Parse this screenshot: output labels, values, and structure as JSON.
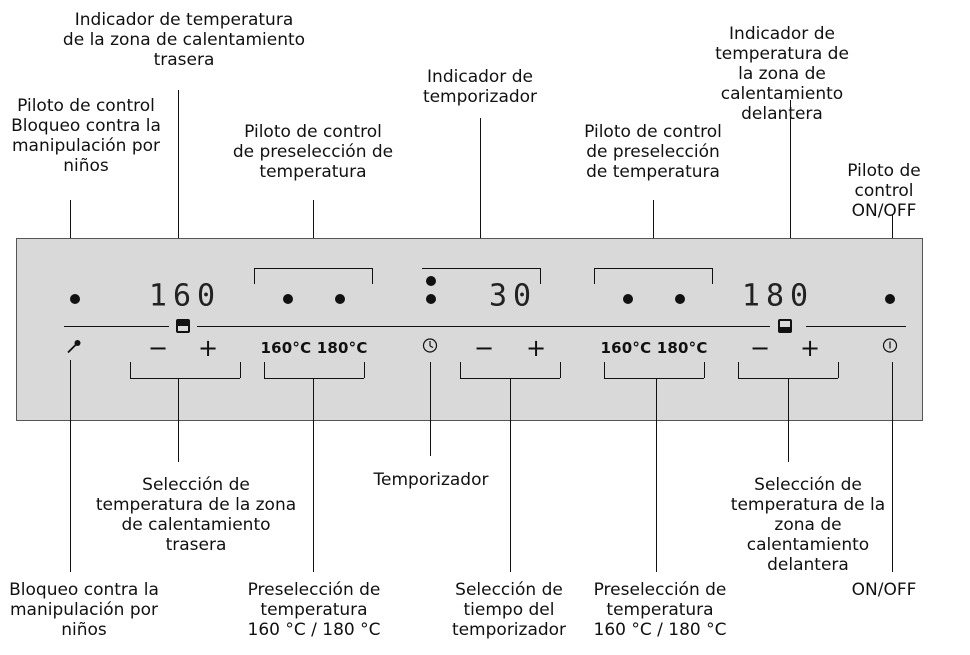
{
  "labels": {
    "rear_temp_indicator": "Indicador de temperatura\nde la zona de calentamiento\ntrasera",
    "childlock_light": "Piloto de control\nBloqueo contra la\nmanipulación por\nniños",
    "preselect_light_left": "Piloto de control\nde preselección de\ntemperatura",
    "timer_indicator": "Indicador de\ntemporizador",
    "preselect_light_right": "Piloto de control\nde preselección\nde temperatura",
    "front_temp_indicator": "Indicador de temperatura de\nla zona de calentamiento\ndelantera",
    "onoff_light": "Piloto de control\nON/OFF",
    "rear_temp_select": "Selección de\ntemperatura de la zona\nde calentamiento\ntrasera",
    "timer": "Temporizador",
    "front_temp_select": "Selección de\ntemperatura de la\nzona de calentamiento\ndelantera",
    "childlock": "Bloqueo contra la\nmanipulación por\nniños",
    "preselect_left": "Preselección de\ntemperatura\n160 °C / 180 °C",
    "timer_time_select": "Selección de\ntiempo del\ntemporizador",
    "preselect_right": "Preselección de\ntemperatura\n160 °C / 180 °C",
    "onoff": "ON/OFF"
  },
  "panel": {
    "rear_display": "160",
    "timer_display": "30",
    "front_display": "180",
    "preset_left": "160°C 180°C",
    "preset_right": "160°C 180°C",
    "minus": "−",
    "plus": "+"
  },
  "icons": [
    "key-icon",
    "rear-zone-icon",
    "front-zone-icon",
    "timer-icon",
    "power-icon"
  ]
}
